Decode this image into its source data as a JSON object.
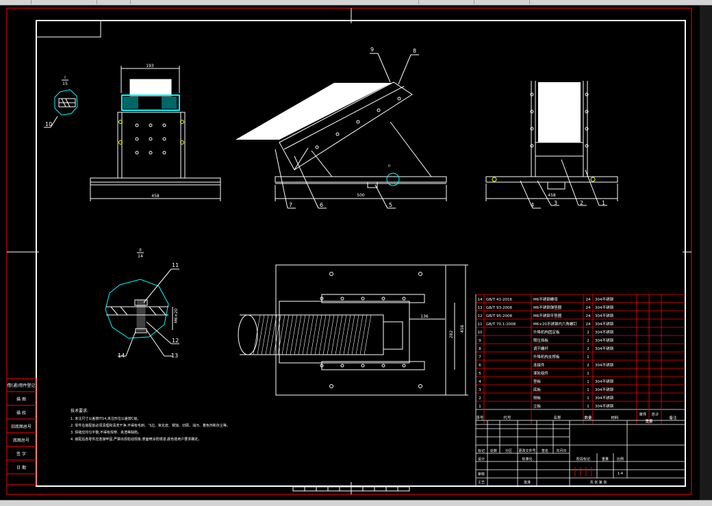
{
  "views": {
    "detail_i": {
      "label": "I",
      "scale": "15",
      "leader": "10"
    },
    "front_view": {
      "width_top": "193",
      "width_base": "458"
    },
    "side_view": {
      "width_base": "500",
      "balloons": [
        "9",
        "8",
        "7",
        "6",
        "5"
      ]
    },
    "right_view": {
      "width_base": "458",
      "balloons": [
        "4",
        "3",
        "2",
        "1"
      ]
    },
    "detail_ii": {
      "label": "II",
      "scale": "14",
      "dim": "M6×20",
      "balloons": [
        "11",
        "12",
        "13",
        "14"
      ]
    },
    "top_view": {
      "dim_gap": "136",
      "dim_inner": "282",
      "dim_outer": "458"
    }
  },
  "notes": {
    "heading": "技术要求:",
    "lines": [
      "1. 未注尺寸公差按IT14,未注形位公差按C级。",
      "2. 零件在装配前必须清理和清洗干净,不得有毛刺、飞边、氧化皮、锈蚀、切屑、油污、着色剂和灰尘等。",
      "3. 焊缝应均匀平整,不得有焊穿、夹渣等缺陷。",
      "4. 装配后各零件应连接牢固,严禁出现松动现象;表面喷涂防锈漆,颜色按用户要求确定。"
    ]
  },
  "bom": {
    "rows": [
      {
        "no": "14",
        "code": "GB/T 41-2016",
        "name": "M6不锈钢螺母",
        "qty": "24",
        "material": "304不锈钢"
      },
      {
        "no": "13",
        "code": "GB/T 93-2008",
        "name": "M6不锈钢弹垫圈",
        "qty": "24",
        "material": "304不锈钢"
      },
      {
        "no": "12",
        "code": "GB/T 95-2008",
        "name": "M6不锈钢平垫圈",
        "qty": "24",
        "material": "304不锈钢"
      },
      {
        "no": "11",
        "code": "GB/T 70.1-2008",
        "name": "M6×20不锈钢内六角螺钉",
        "qty": "24",
        "material": "304不锈钢"
      },
      {
        "no": "10",
        "code": "",
        "name": "升降机构固定板",
        "qty": "2",
        "material": "304不锈钢"
      },
      {
        "no": "9",
        "code": "",
        "name": "限位挡板",
        "qty": "2",
        "material": "304不锈钢"
      },
      {
        "no": "8",
        "code": "",
        "name": "调节螺杆",
        "qty": "2",
        "material": "304不锈钢"
      },
      {
        "no": "7",
        "code": "",
        "name": "升降机构支撑板",
        "qty": "1",
        "material": ""
      },
      {
        "no": "6",
        "code": "",
        "name": "连接件",
        "qty": "2",
        "material": "304不锈钢"
      },
      {
        "no": "5",
        "code": "",
        "name": "滚轮组件",
        "qty": "1",
        "material": ""
      },
      {
        "no": "4",
        "code": "",
        "name": "垫板",
        "qty": "1",
        "material": "304不锈钢"
      },
      {
        "no": "3",
        "code": "",
        "name": "底板",
        "qty": "1",
        "material": "304不锈钢"
      },
      {
        "no": "2",
        "code": "",
        "name": "侧板",
        "qty": "1",
        "material": "304不锈钢"
      },
      {
        "no": "1",
        "code": "",
        "name": "立板",
        "qty": "1",
        "material": "304不锈钢"
      }
    ],
    "header": {
      "no": "序号",
      "code": "代号",
      "name": "名称",
      "qty": "数量",
      "material": "材料",
      "single": "单件",
      "total": "总计",
      "weight": "重量",
      "remark": "备注"
    }
  },
  "title_block": {
    "mark": "标记",
    "count": "处数",
    "zone": "分区",
    "change_doc": "更改文件号",
    "sign": "签名",
    "date": "年月日",
    "design": "设计",
    "standardize": "标准化",
    "stage_mark": "阶段标记",
    "weight": "重量",
    "scale": "比例",
    "scale_value": "1:4",
    "review": "审核",
    "process": "工艺",
    "approve": "批准",
    "sheet": "共  张  第  张"
  },
  "left_strip": [
    "借(通)用件登记",
    "旧底图总号",
    "底图总号",
    "签 字",
    "日 期"
  ],
  "left_strip_top": [
    "描 图",
    "描 校"
  ],
  "colors": {
    "line": "#ffffff",
    "frame": "#ff0000",
    "cyan": "#00ffff",
    "yellow": "#ffff00"
  }
}
